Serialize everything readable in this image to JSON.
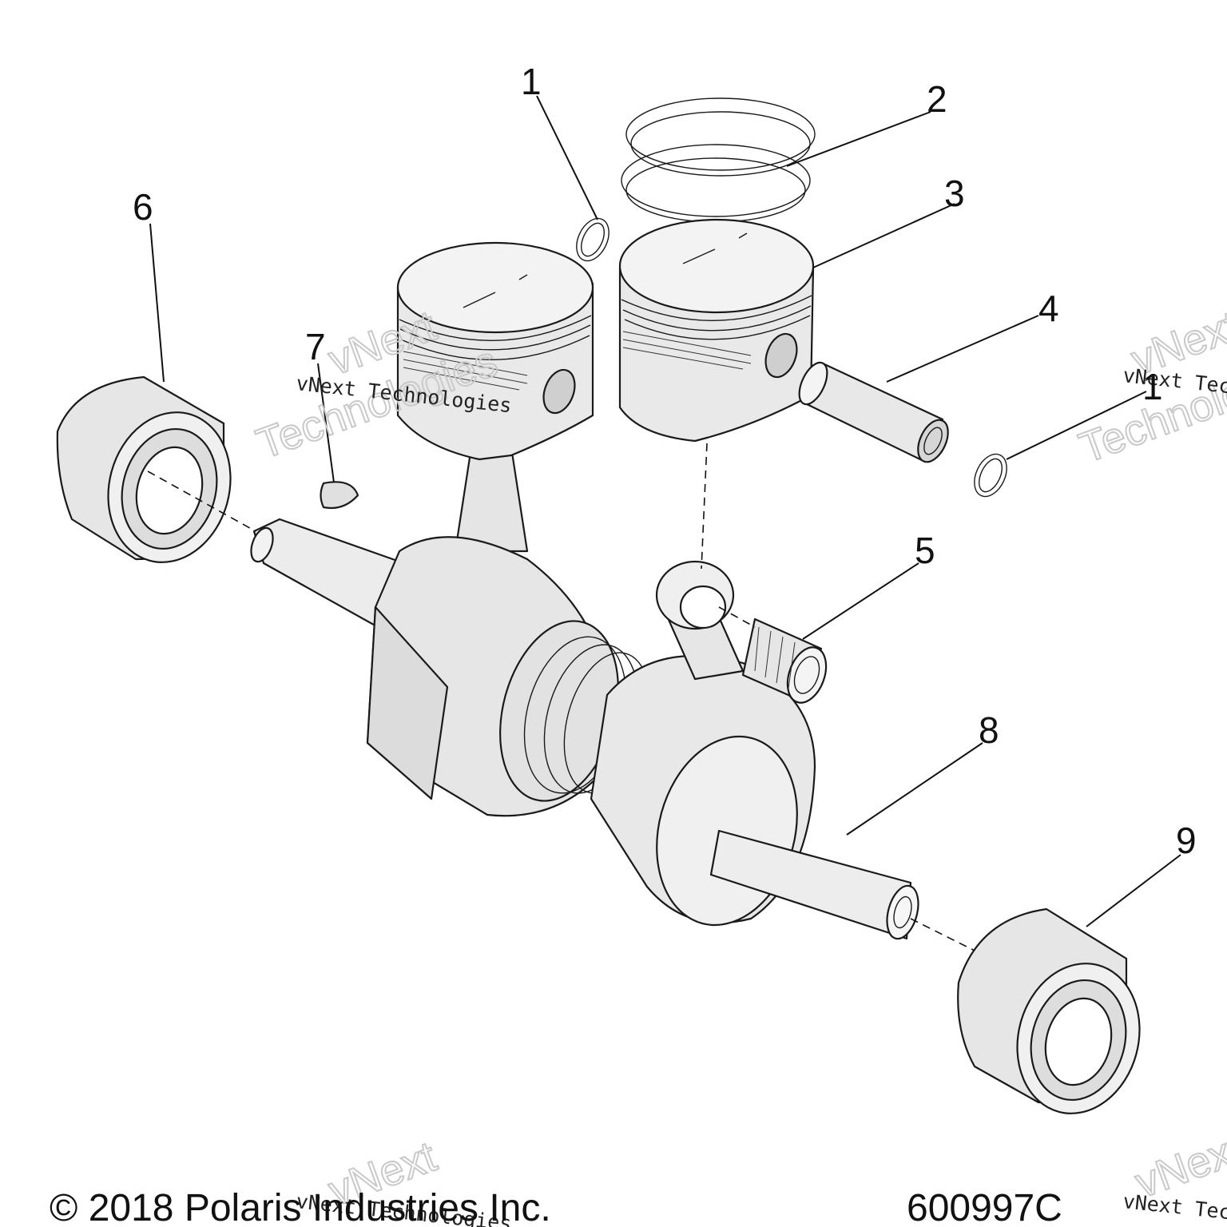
{
  "callouts": [
    {
      "label": "1"
    },
    {
      "label": "2"
    },
    {
      "label": "3"
    },
    {
      "label": "4"
    },
    {
      "label": "1"
    },
    {
      "label": "5"
    },
    {
      "label": "6"
    },
    {
      "label": "7"
    },
    {
      "label": "8"
    },
    {
      "label": "9"
    }
  ],
  "watermark": {
    "line": "vNext Technologies",
    "word1": "vNext",
    "word2": "Technologies"
  },
  "footer": {
    "copyright": "© 2018 Polaris Industries Inc.",
    "drawing_number": "600997C"
  }
}
